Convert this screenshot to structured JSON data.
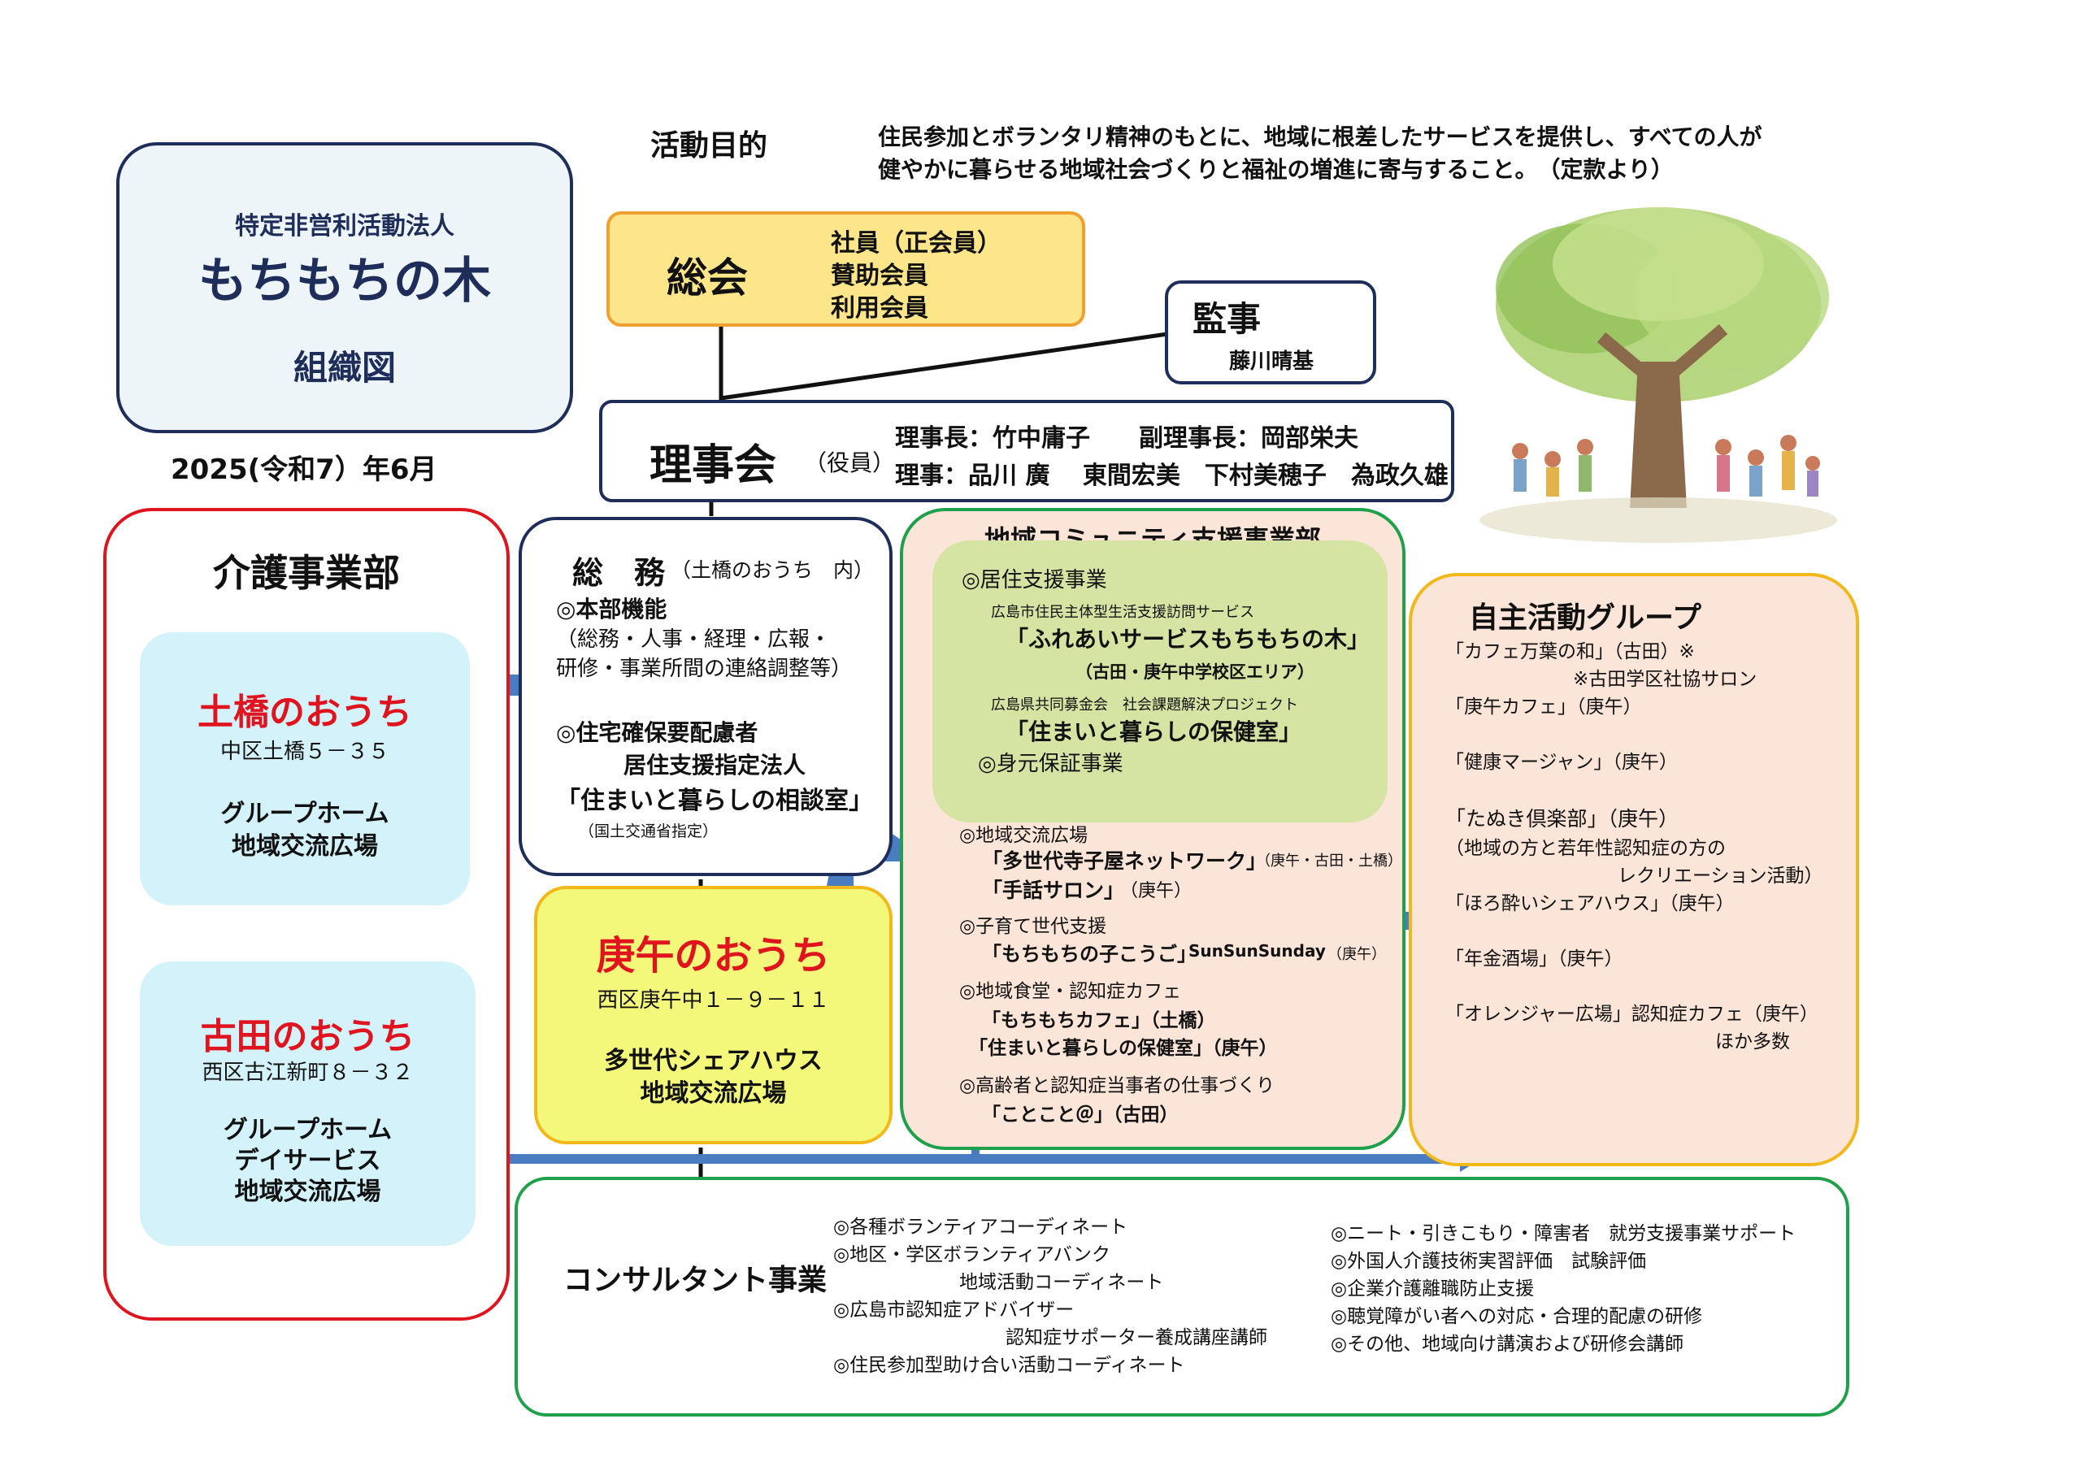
{
  "title_box": {
    "org_type": "特定非営利活動法人",
    "org_name": "もちもちの木",
    "doc_title": "組織図"
  },
  "date": "2025(令和7）年6月",
  "purpose": {
    "label": "活動目的",
    "line1": "住民参加とボランタリ精神のもとに、地域に根差したサービスを提供し、すべての人が",
    "line2": "健やかに暮らせる地域社会づくりと福祉の増進に寄与すること。　（定款より）"
  },
  "general_meeting": {
    "title": "総会",
    "members": [
      "社員（正会員）",
      "賛助会員",
      "利用会員"
    ]
  },
  "auditor": {
    "title": "監事",
    "name": "藤川晴基"
  },
  "board": {
    "title": "理事会",
    "role_note": "（役員）",
    "line1": "理事長：竹中庸子　　副理事長：岡部栄夫",
    "line2": "理事：品川 廣　 東間宏美　下村美穂子　為政久雄"
  },
  "care_division": {
    "title": "介護事業部",
    "tsuchihashi": {
      "name": "土橋のおうち",
      "address": "中区土橋５－３５",
      "services": [
        "グループホーム",
        "地域交流広場"
      ]
    },
    "furuta": {
      "name": "古田のおうち",
      "address": "西区古江新町８－３２",
      "services": [
        "グループホーム",
        "デイサービス",
        "地域交流広場"
      ]
    }
  },
  "general_affairs": {
    "title": "総　務",
    "title_note": "（土橋のおうち　内）",
    "lines": [
      "◎本部機能",
      "（総務・人事・経理・広報・",
      "研修・事業所間の連絡調整等）",
      "◎住宅確保要配慮者",
      "居住支援指定法人",
      "「住まいと暮らしの相談室」",
      "（国土交通省指定）"
    ]
  },
  "koshi": {
    "name": "庚午のおうち",
    "address": "西区庚午中１－９－１１",
    "services": [
      "多世代シェアハウス",
      "地域交流広場"
    ]
  },
  "community": {
    "title": "地域コミュニティ支援事業部",
    "green_lines": [
      "◎居住支援事業",
      "広島市住民主体型生活支援訪問サービス",
      "「ふれあいサービスもちもちの木」",
      "（古田・庚午中学校区エリア）",
      "広島県共同募金会　社会課題解決プロジェクト",
      "「住まいと暮らしの保健室」",
      "◎身元保証事業"
    ],
    "lines": [
      "◎地域交流広場",
      "「多世代寺子屋ネットワーク」",
      "（庚午・古田・土橋）",
      "「手話サロン」",
      "（庚午）",
      "◎子育て世代支援",
      "「もちもちの子こうご」",
      "SunSunSunday",
      "（庚午）",
      "◎地域食堂・認知症カフェ",
      "「もちもちカフェ」（土橋）",
      "「住まいと暮らしの保健室」（庚午）",
      "◎高齢者と認知症当事者の仕事づくり",
      "「ことこと＠」（古田）"
    ]
  },
  "groups": {
    "title": "自主活動グループ",
    "lines": [
      "「カフェ万葉の和」（古田）※",
      "※古田学区社協サロン",
      "「庚午カフェ」（庚午）",
      "「健康マージャン」（庚午）",
      "「たぬき倶楽部」（庚午）",
      "（地域の方と若年性認知症の方の",
      "レクリエーション活動）",
      "「ほろ酔いシェアハウス」（庚午）",
      "「年金酒場」（庚午）",
      "「オレンジャー広場」認知症カフェ（庚午）",
      "ほか多数"
    ]
  },
  "consultant": {
    "title": "コンサルタント事業",
    "left_lines": [
      "◎各種ボランティアコーディネート",
      "◎地区・学区ボランティアバンク",
      "地域活動コーディネート",
      "◎広島市認知症アドバイザー",
      "認知症サポーター養成講座講師",
      "◎住民参加型助け合い活動コーディネート"
    ],
    "right_lines": [
      "◎ニート・引きこもり・障害者　就労支援事業サポート",
      "◎外国人介護技術実習評価　試験評価",
      "◎企業介護離職防止支援",
      "◎聴覚障がい者への対応・合理的配慮の研修",
      "◎その他、地域向け講演および研修会講師"
    ]
  },
  "colors": {
    "navy": "#1f2d5a",
    "red_border": "#e0141e",
    "green_border": "#1fa04a",
    "orange_border": "#f0a030",
    "gold_border": "#f2b81a",
    "light_blue_fill": "#d4f2f9",
    "yellow_fill": "#f3f77a",
    "meeting_fill": "#fde68a",
    "peach_fill": "#fbe5d8",
    "green_fill": "#d5e4a3",
    "red_text": "#e0141e",
    "arrow_blue": "#4a7cc2"
  }
}
